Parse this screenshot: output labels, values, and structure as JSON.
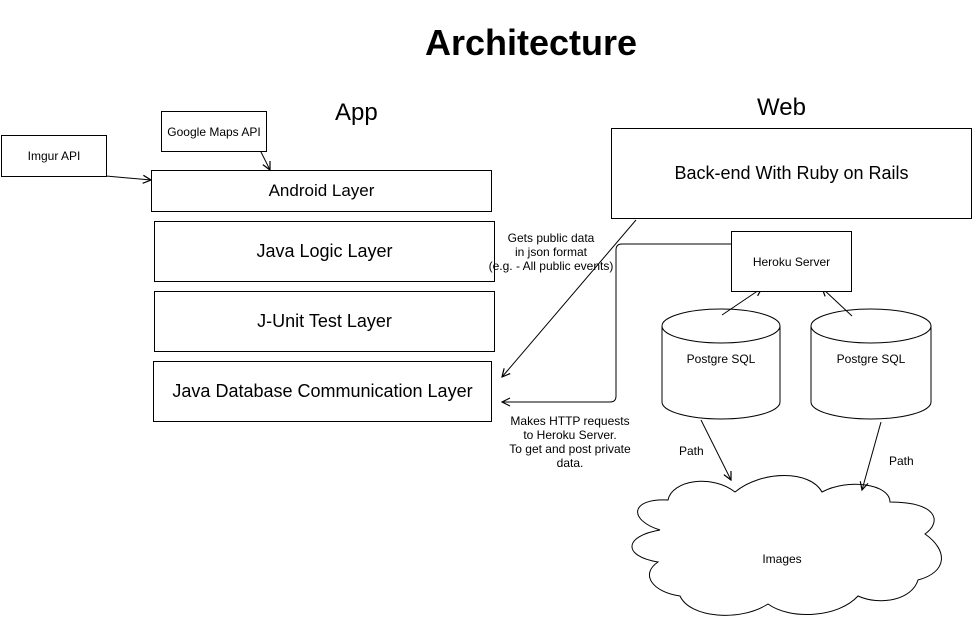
{
  "title": "Architecture",
  "sections": {
    "app": "App",
    "web": "Web"
  },
  "external": {
    "imgur": "Imgur API",
    "google_maps": "Google Maps API"
  },
  "app_layers": {
    "android": "Android Layer",
    "java_logic": "Java Logic Layer",
    "junit": "J-Unit Test Layer",
    "db_comm": "Java Database Communication Layer"
  },
  "web": {
    "backend": "Back-end With Ruby on Rails",
    "heroku": "Heroku Server",
    "db1": "Postgre SQL",
    "db2": "Postgre SQL",
    "images": "Images"
  },
  "notes": {
    "public": [
      "Gets public data",
      "in json format",
      "(e.g. - All public events)"
    ],
    "private": [
      "Makes HTTP requests",
      "to Heroku Server.",
      "To get and post private",
      "data."
    ]
  },
  "edges": {
    "path1": "Path",
    "path2": "Path"
  }
}
